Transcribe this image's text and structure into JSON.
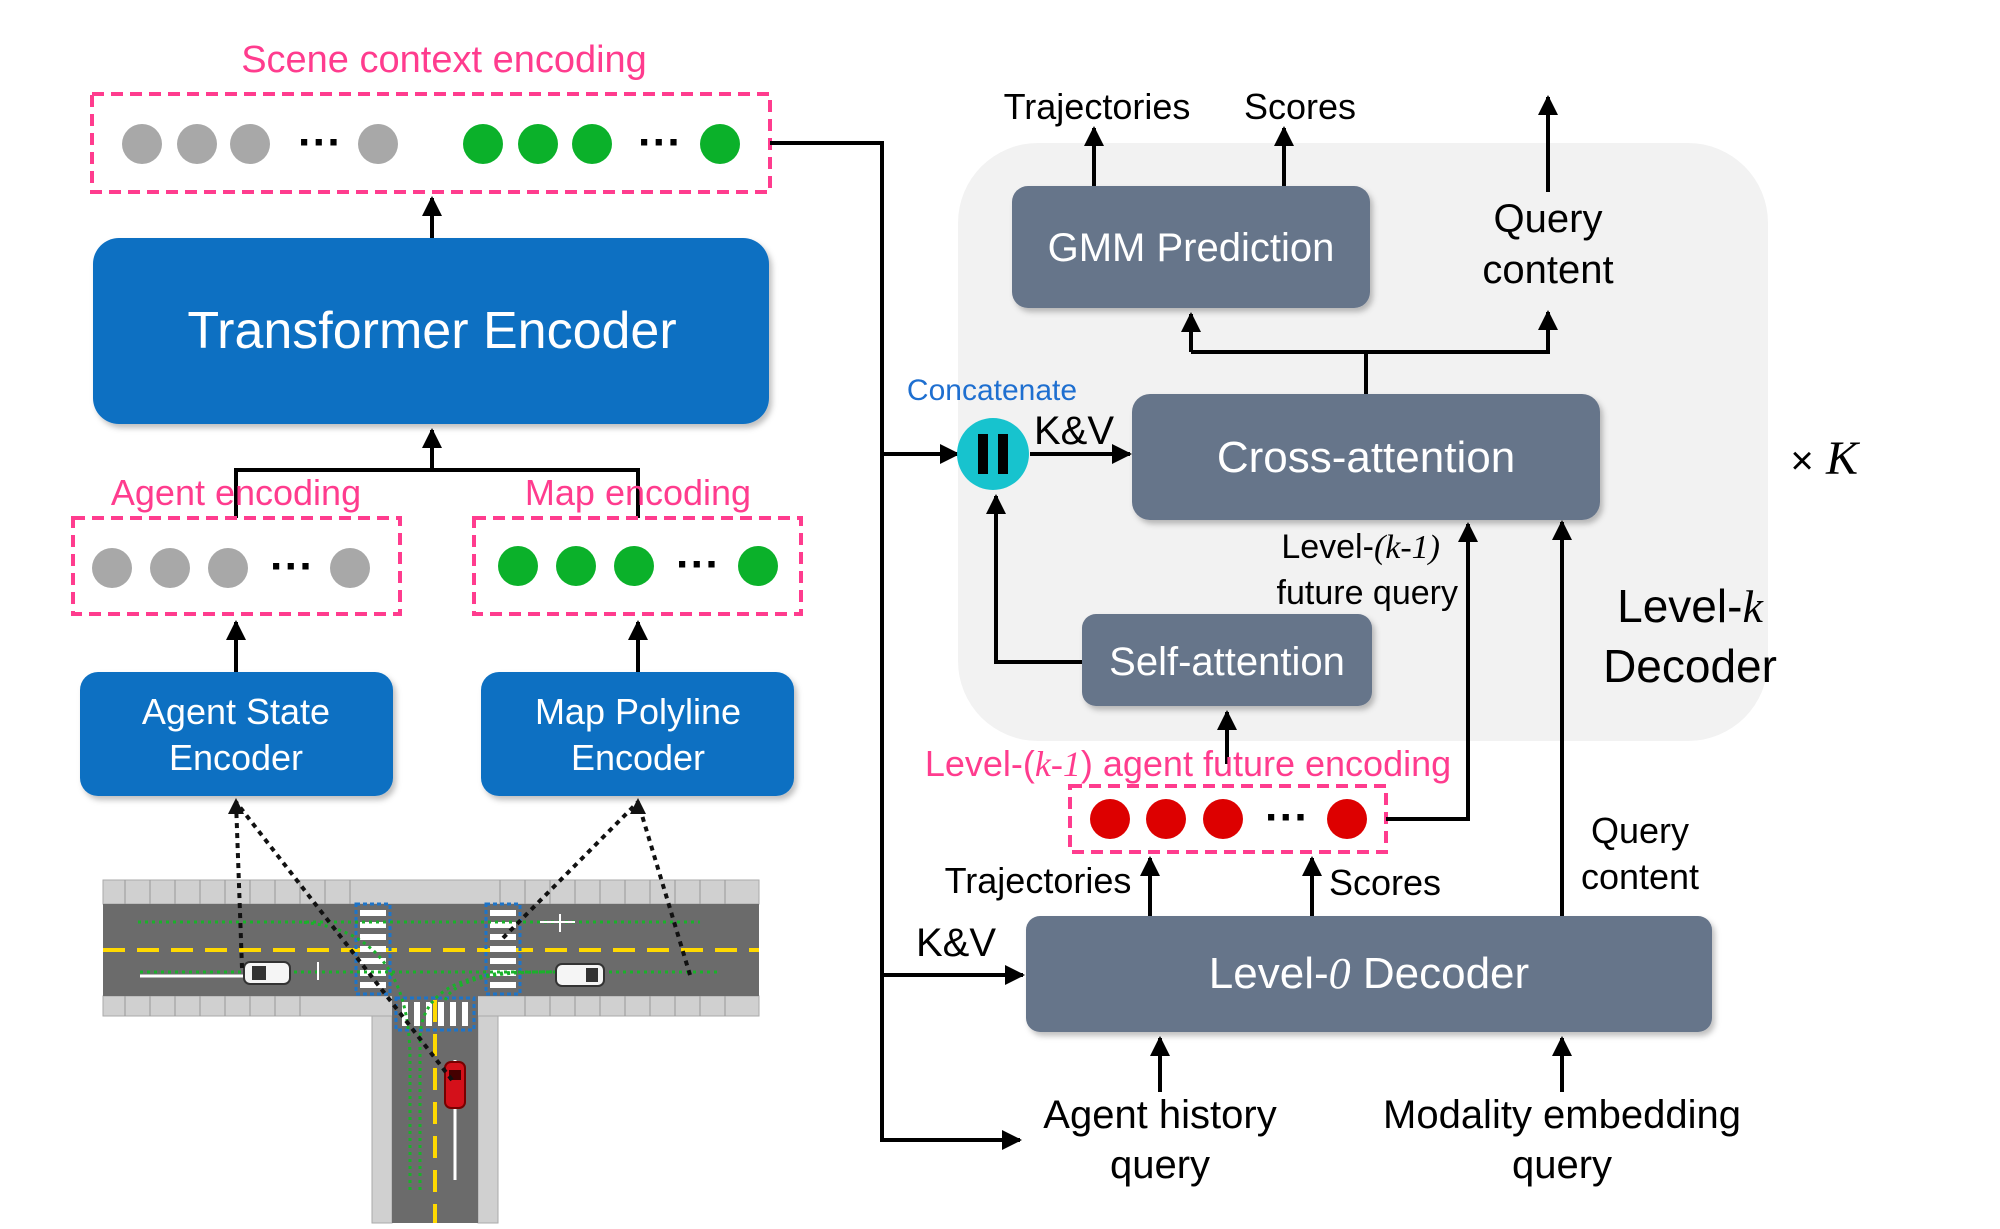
{
  "colors": {
    "pink": "#ff3c8e",
    "blue_box": "#0b6fc2",
    "gray_box": "#66748a",
    "teal": "#17c3ce",
    "green_dot": "#0bb12a",
    "gray_dot": "#a8a8a8",
    "red_dot": "#dd0000",
    "panel_bg": "#f2f2f2"
  },
  "labels": {
    "scene_context": "Scene context encoding",
    "transformer_encoder": "Transformer Encoder",
    "agent_encoding": "Agent encoding",
    "map_encoding": "Map encoding",
    "agent_state_l1": "Agent State",
    "agent_state_l2": "Encoder",
    "map_polyline_l1": "Map Polyline",
    "map_polyline_l2": "Encoder",
    "dots": "···",
    "gmm_prediction": "GMM Prediction",
    "trajectories_top": "Trajectories",
    "scores_top": "Scores",
    "query_content_top_l1": "Query",
    "query_content_top_l2": "content",
    "concatenate": "Concatenate",
    "kv_top": "K&V",
    "cross_attention": "Cross-attention",
    "times_k_sym": "×",
    "times_k_var": "K",
    "level_prev_l1_a": "Level-",
    "level_prev_l1_b": "(k-1)",
    "level_prev_l2": "future query",
    "self_attention": "Self-attention",
    "level_k_l1_a": "Level-",
    "level_k_l1_b": "k",
    "level_k_l2": "Decoder",
    "future_enc_a": "Level-(",
    "future_enc_b": "k-1",
    "future_enc_c": ") agent future encoding",
    "trajectories_bottom": "Trajectories",
    "scores_bottom": "Scores",
    "query_content_bottom_l1": "Query",
    "query_content_bottom_l2": "content",
    "kv_bottom": "K&V",
    "level0_a": "Level-",
    "level0_b": "0",
    "level0_c": " Decoder",
    "agent_history_l1": "Agent history",
    "agent_history_l2": "query",
    "modality_l1": "Modality embedding",
    "modality_l2": "query"
  }
}
